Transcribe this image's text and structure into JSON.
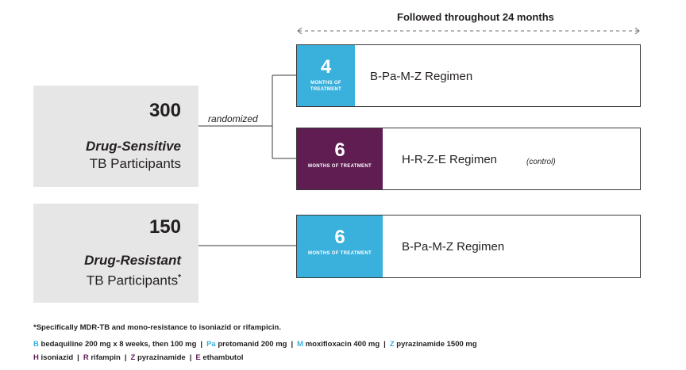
{
  "header": {
    "follow_title": "Followed throughout 24 months"
  },
  "groups": [
    {
      "count": "300",
      "label_italic": "Drug-Sensitive",
      "label_plain": "TB Participants",
      "marker": ""
    },
    {
      "count": "150",
      "label_italic": "Drug-Resistant",
      "label_plain": "TB Participants",
      "marker": "*"
    }
  ],
  "randomized_label": "randomized",
  "regimens": [
    {
      "duration": "4",
      "unit": "MONTHS OF TREATMENT",
      "name": "B-Pa-M-Z Regimen",
      "note": "",
      "color": "#3ab0dc"
    },
    {
      "duration": "6",
      "unit": "MONTHS OF TREATMENT",
      "name": "H-R-Z-E Regimen",
      "note": "(control)",
      "color": "#5f1d52"
    },
    {
      "duration": "6",
      "unit": "MONTHS OF TREATMENT",
      "name": "B-Pa-M-Z Regimen",
      "note": "",
      "color": "#3ab0dc"
    }
  ],
  "footnote": "*Specifically MDR-TB and mono-resistance to isoniazid or rifampicin.",
  "legend": {
    "line1": [
      {
        "abbr": "B",
        "text": "bedaquiline 200 mg x 8 weeks, then 100 mg"
      },
      {
        "abbr": "Pa",
        "text": "pretomanid 200 mg"
      },
      {
        "abbr": "M",
        "text": "moxifloxacin 400 mg"
      },
      {
        "abbr": "Z",
        "text": "pyrazinamide 1500 mg"
      }
    ],
    "line2": [
      {
        "abbr": "H",
        "text": "isoniazid"
      },
      {
        "abbr": "R",
        "text": "rifampin"
      },
      {
        "abbr": "Z",
        "text": "pyrazinamide"
      },
      {
        "abbr": "E",
        "text": "ethambutol"
      }
    ],
    "separator": "|"
  },
  "colors": {
    "accent_blue": "#3ab0dc",
    "accent_purple": "#5f1d52",
    "group_bg": "#e6e6e6",
    "line": "#3a3a3a"
  }
}
